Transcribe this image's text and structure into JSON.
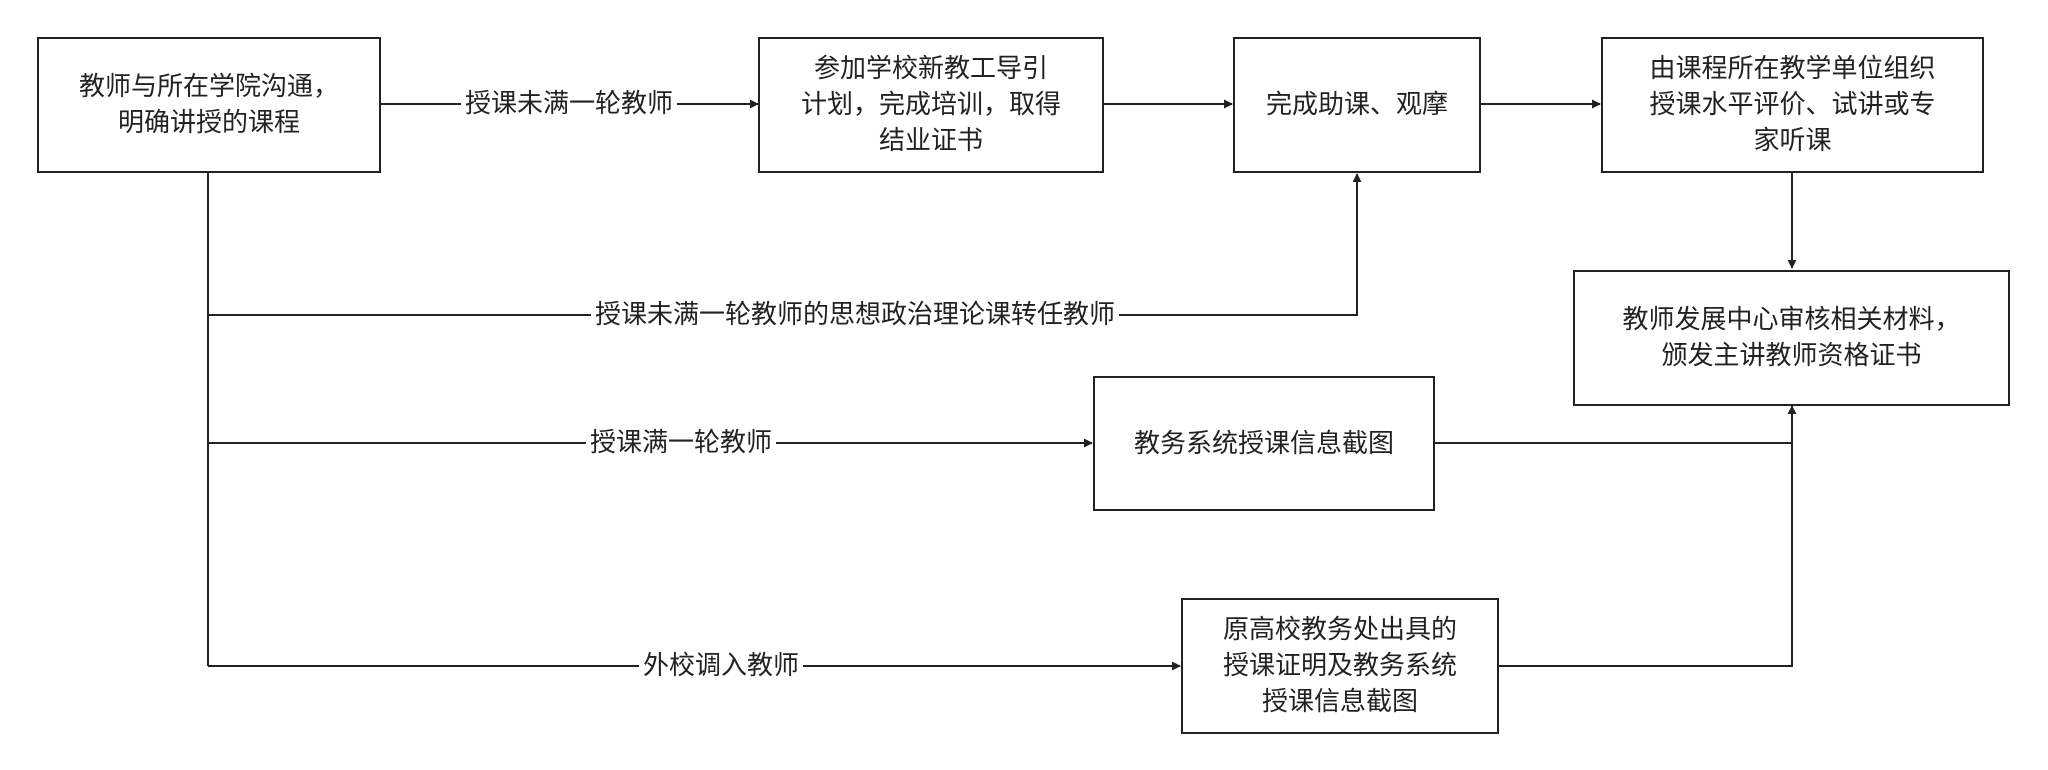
{
  "diagram": {
    "nodes": {
      "start": [
        "教师与所在学院沟通，",
        "明确讲授的课程"
      ],
      "training": [
        "参加学校新教工导引",
        "计划，完成培训，取得",
        "结业证书"
      ],
      "assist": [
        "完成助课、观摩"
      ],
      "evaluation": [
        "由课程所在教学单位组织",
        "授课水平评价、试讲或专",
        "家听课"
      ],
      "review": [
        "教师发展中心审核相关材料，",
        "颁发主讲教师资格证书"
      ],
      "screenshot": [
        "教务系统授课信息截图"
      ],
      "transfer_proof": [
        "原高校教务处出具的",
        "授课证明及教务系统",
        "授课信息截图"
      ]
    },
    "edge_labels": {
      "new_teacher": "授课未满一轮教师",
      "political_teacher": "授课未满一轮教师的思想政治理论课转任教师",
      "full_round": "授课满一轮教师",
      "transfer": "外校调入教师"
    },
    "colors": {
      "line": "#222222",
      "border": "#222222",
      "text": "#222222",
      "background": "#ffffff"
    }
  }
}
